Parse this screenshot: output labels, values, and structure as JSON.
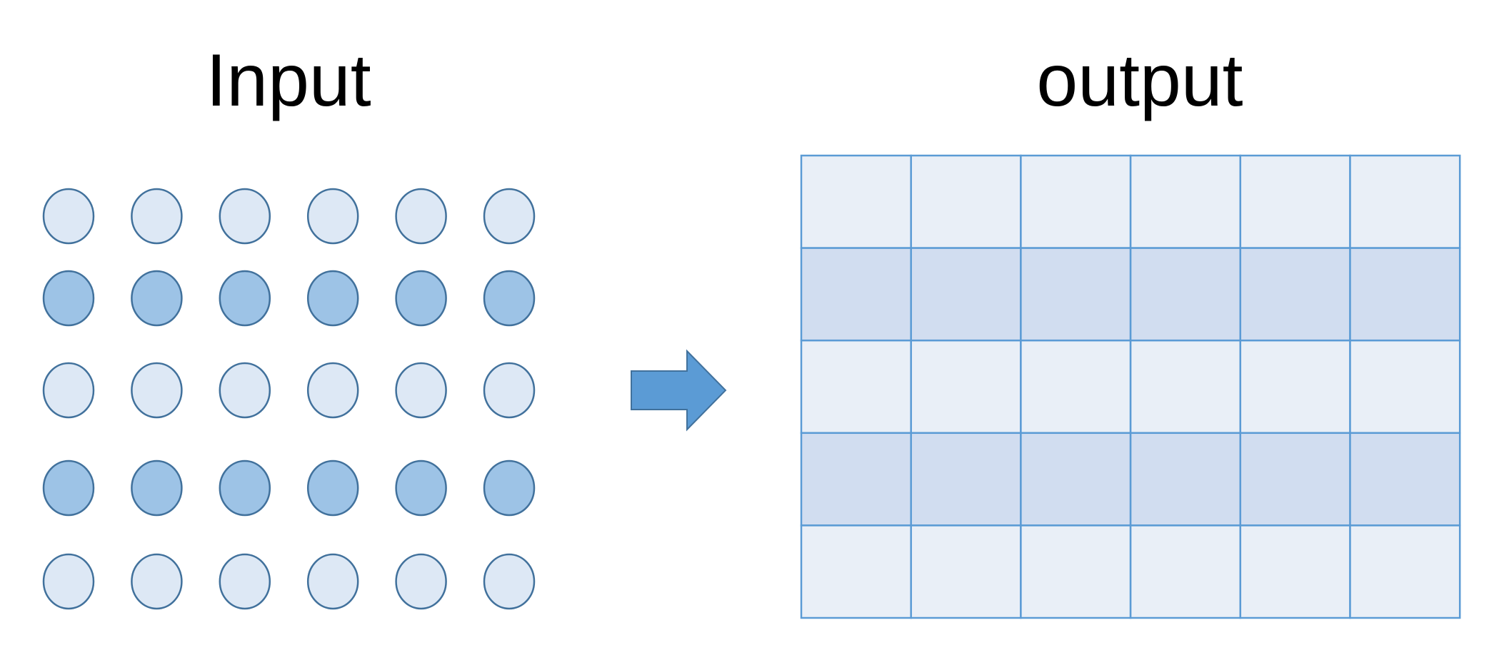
{
  "titles": {
    "input": "Input",
    "output": "output"
  },
  "input_grid": {
    "rows": 5,
    "cols": 6,
    "highlighted_rows": [
      1,
      3
    ]
  },
  "output_grid": {
    "rows": 5,
    "cols": 6,
    "highlighted_rows": [
      1,
      3
    ]
  },
  "colors": {
    "circle_light_fill": "#DDE8F5",
    "circle_dark_fill": "#9DC3E6",
    "circle_stroke": "#41719C",
    "cell_light_fill": "#E9EFF7",
    "cell_dark_fill": "#D1DDF0",
    "cell_stroke": "#5B9BD5",
    "arrow_fill": "#5B9BD5",
    "arrow_stroke": "#41719C"
  }
}
